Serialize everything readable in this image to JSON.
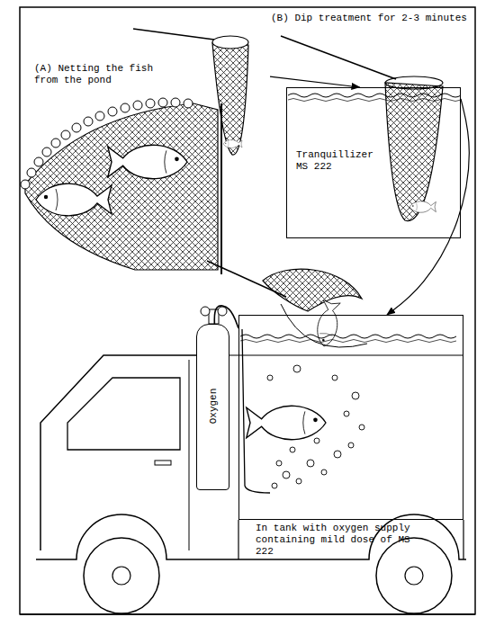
{
  "diagram": {
    "nodes": [
      {
        "text": [
          "(A) Netting the fish from the pond"
        ]
      },
      {
        "text": [
          "(B) Dip treatment for 2-3 minutes",
          "Tranquillizer MS 222"
        ]
      },
      {
        "text": [
          "Oxygen"
        ]
      },
      {
        "text": [
          "In tank with oxygen supply containing mild dose of MS 222"
        ]
      }
    ],
    "edges": [
      {
        "from": 0,
        "to": 1,
        "arrow": "to"
      },
      {
        "from": 1,
        "to": 3,
        "arrow": "to"
      },
      {
        "from": 2,
        "to": 3,
        "arrow": "none"
      }
    ]
  }
}
